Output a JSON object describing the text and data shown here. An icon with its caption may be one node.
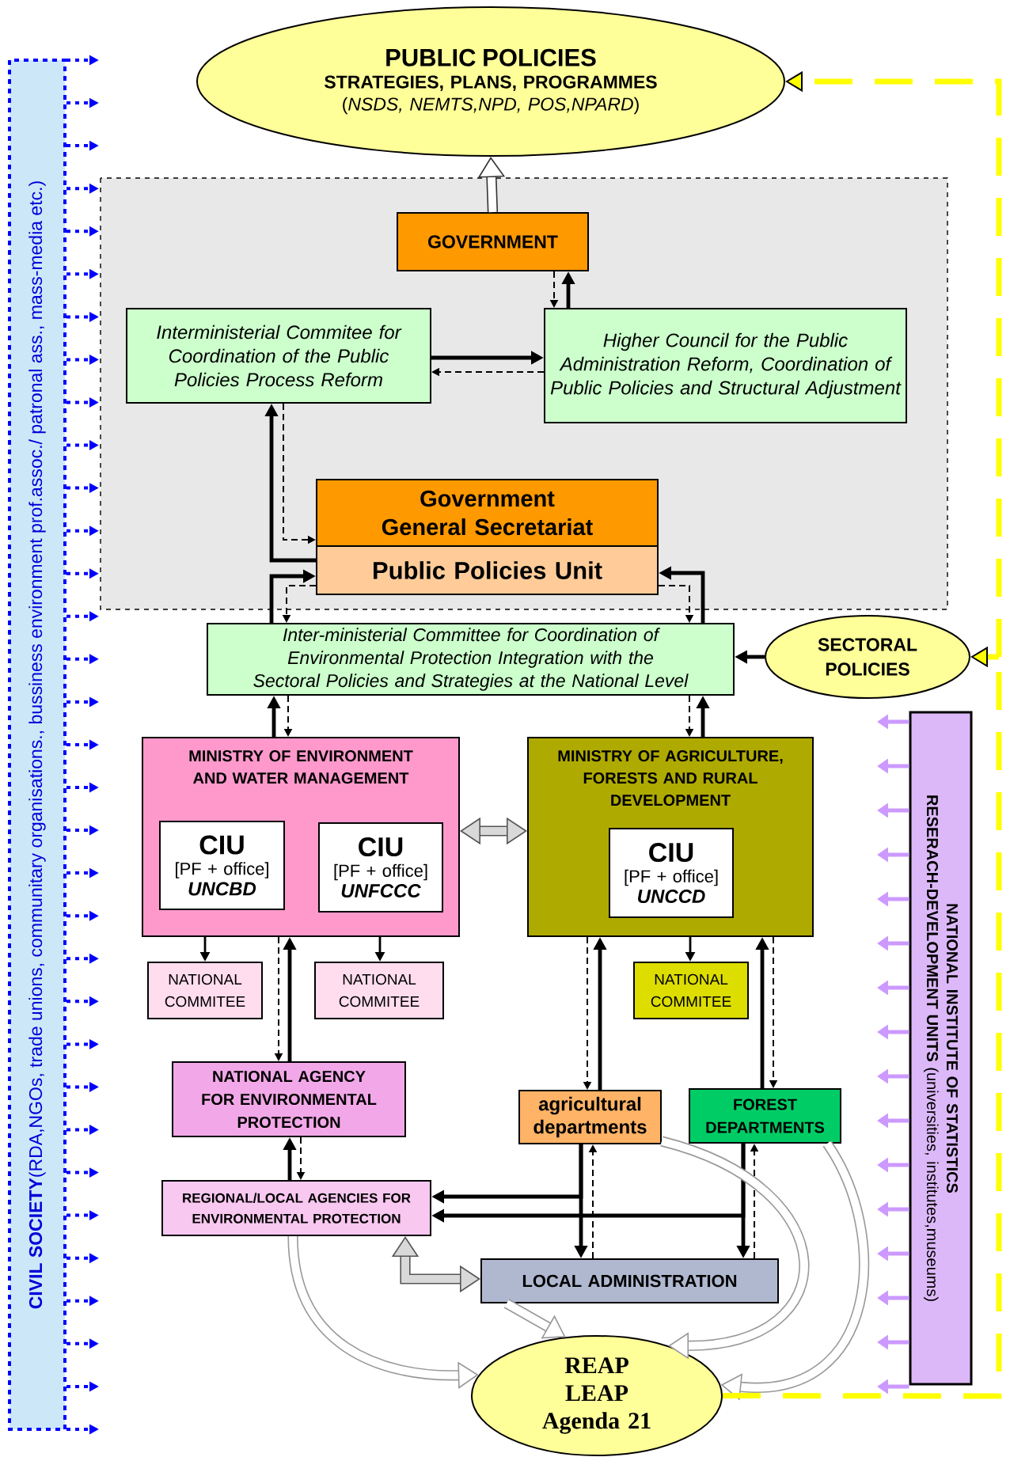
{
  "diagram": {
    "nodes": [
      {
        "text": [
          "PUBLIC POLICIES",
          "STRATEGIES, PLANS, PROGRAMMES",
          "(*NSDS, NEMTS,NPD, POS,NPARD*)"
        ]
      },
      {
        "text": [
          "GOVERNMENT"
        ]
      },
      {
        "text": [
          "Interministerial Commitee for Coordination of the Public Policies Process Reform"
        ]
      },
      {
        "text": [
          "Higher Council for the Public Administration Reform, Coordination of Public Policies and Structural Adjustment"
        ]
      },
      {
        "text": [
          "Government General Secretariat"
        ]
      },
      {
        "text": [
          "Public Policies Unit"
        ]
      },
      {
        "text": [
          "Inter-ministerial Committee for Coordination of Environmental Protection Integration with the Sectoral Policies and Strategies at the National Level"
        ]
      },
      {
        "text": [
          "SECTORAL POLICIES"
        ]
      },
      {
        "text": [
          "MINISTRY OF ENVIRONMENT AND WATER MANAGEMENT"
        ]
      },
      {
        "text": [
          "CIU",
          "[PF + office]",
          "UNCBD"
        ],
        "in": 8
      },
      {
        "text": [
          "CIU",
          "[PF + office]",
          "UNFCCC"
        ],
        "in": 8
      },
      {
        "text": [
          "MINISTRY OF AGRICULTURE, FORESTS AND RURAL DEVELOPMENT"
        ]
      },
      {
        "text": [
          "CIU",
          "[PF + office]",
          "UNCCD"
        ],
        "in": 11
      },
      {
        "text": [
          "NATIONAL COMMITEE"
        ]
      },
      {
        "text": [
          "NATIONAL COMMITEE"
        ]
      },
      {
        "text": [
          "NATIONAL COMMITEE"
        ]
      },
      {
        "text": [
          "NATIONAL AGENCY FOR ENVIRONMENTAL PROTECTION"
        ]
      },
      {
        "text": [
          "agricultural departments"
        ]
      },
      {
        "text": [
          "FOREST DEPARTMENTS"
        ]
      },
      {
        "text": [
          "REGIONAL/LOCAL AGENCIES FOR ENVIRONMENTAL PROTECTION"
        ]
      },
      {
        "text": [
          "LOCAL ADMINISTRATION"
        ]
      },
      {
        "text": [
          "REAP",
          "LEAP",
          "Agenda 21"
        ]
      },
      {
        "text": [
          "**CIVIL SOCIETY**(RDA,NGOs, trade unions, communitary organisations., bussiness environment prof.assoc./ patronal ass., mass-media etc.)"
        ]
      },
      {
        "text": [
          "NATIONAL INSTITUTE OF STATISTICS",
          "**RESERACH-DEVELOPMENT UNITS** (universities, institutes,museums)"
        ]
      }
    ],
    "edges": [
      {
        "from": 1,
        "to": 0,
        "arrow": "to",
        "style": "thick",
        "color": "#333333"
      },
      {
        "from": 3,
        "to": 1,
        "arrow": "to",
        "color": "#000000"
      },
      {
        "from": 1,
        "to": 3,
        "arrow": "to",
        "style": "dashed",
        "color": "#000000"
      },
      {
        "from": 2,
        "to": 3,
        "arrow": "to",
        "color": "#000000"
      },
      {
        "from": 3,
        "to": 2,
        "arrow": "to",
        "style": "dashed",
        "color": "#000000"
      },
      {
        "from": 5,
        "to": 2,
        "arrow": "to",
        "color": "#000000"
      },
      {
        "from": 2,
        "to": 4,
        "arrow": "to",
        "style": "dashed",
        "color": "#000000"
      },
      {
        "from": 6,
        "to": 5,
        "arrow": "to",
        "color": "#000000"
      },
      {
        "from": 5,
        "to": 6,
        "arrow": "to",
        "style": "dashed",
        "color": "#000000"
      },
      {
        "from": 6,
        "to": 5,
        "arrow": "to",
        "color": "#000000"
      },
      {
        "from": 5,
        "to": 6,
        "arrow": "to",
        "style": "dashed",
        "color": "#000000"
      },
      {
        "from": 7,
        "to": 6,
        "arrow": "to",
        "color": "#000000"
      },
      {
        "from": 8,
        "to": 6,
        "arrow": "to",
        "color": "#000000"
      },
      {
        "from": 6,
        "to": 8,
        "arrow": "to",
        "style": "dashed",
        "color": "#000000"
      },
      {
        "from": 11,
        "to": 6,
        "arrow": "to",
        "color": "#000000"
      },
      {
        "from": 6,
        "to": 11,
        "arrow": "to",
        "style": "dashed",
        "color": "#000000"
      },
      {
        "from": 8,
        "to": 11,
        "arrow": "both",
        "style": "thick",
        "color": "#555555"
      },
      {
        "from": 8,
        "to": 13,
        "arrow": "to",
        "color": "#000000"
      },
      {
        "from": 8,
        "to": 14,
        "arrow": "to",
        "color": "#000000"
      },
      {
        "from": 11,
        "to": 15,
        "arrow": "to",
        "color": "#000000"
      },
      {
        "from": 16,
        "to": 8,
        "arrow": "to",
        "color": "#000000"
      },
      {
        "from": 8,
        "to": 16,
        "arrow": "to",
        "style": "dashed",
        "color": "#000000"
      },
      {
        "from": 17,
        "to": 11,
        "arrow": "to",
        "color": "#000000"
      },
      {
        "from": 11,
        "to": 17,
        "arrow": "to",
        "style": "dashed",
        "color": "#000000"
      },
      {
        "from": 18,
        "to": 11,
        "arrow": "to",
        "color": "#000000"
      },
      {
        "from": 11,
        "to": 18,
        "arrow": "to",
        "style": "dashed",
        "color": "#000000"
      },
      {
        "from": 19,
        "to": 16,
        "arrow": "to",
        "color": "#000000"
      },
      {
        "from": 16,
        "to": 19,
        "arrow": "to",
        "style": "dashed",
        "color": "#000000"
      },
      {
        "from": 17,
        "to": 19,
        "arrow": "to",
        "color": "#000000"
      },
      {
        "from": 18,
        "to": 19,
        "arrow": "to",
        "color": "#000000"
      },
      {
        "from": 17,
        "to": 20,
        "arrow": "to",
        "color": "#000000"
      },
      {
        "from": 20,
        "to": 17,
        "arrow": "to",
        "style": "dashed",
        "color": "#000000"
      },
      {
        "from": 18,
        "to": 20,
        "arrow": "to",
        "color": "#000000"
      },
      {
        "from": 20,
        "to": 18,
        "arrow": "to",
        "style": "dashed",
        "color": "#000000"
      },
      {
        "from": 19,
        "to": 20,
        "arrow": "both",
        "style": "thick",
        "color": "#555555"
      },
      {
        "from": 19,
        "to": 21,
        "arrow": "to",
        "style": "thick",
        "color": "#999999"
      },
      {
        "from": 17,
        "to": 21,
        "arrow": "to",
        "style": "thick",
        "color": "#999999"
      },
      {
        "from": 20,
        "to": 21,
        "arrow": "to",
        "style": "thick",
        "color": "#999999"
      },
      {
        "from": 18,
        "to": 21,
        "arrow": "to",
        "style": "thick",
        "color": "#999999"
      },
      {
        "from": 21,
        "to": 0,
        "arrow": "to",
        "style": "dashed",
        "color": "#ffff00"
      },
      {
        "from": 21,
        "to": 7,
        "arrow": "to",
        "style": "dashed",
        "color": "#ffff00"
      },
      {
        "from": 22,
        "to": null,
        "arrow": "to",
        "style": "dashed",
        "color": "#0000ff"
      },
      {
        "from": 22,
        "to": null,
        "arrow": "to",
        "style": "dashed",
        "color": "#0000ff"
      },
      {
        "from": 22,
        "to": null,
        "arrow": "to",
        "style": "dashed",
        "color": "#0000ff"
      },
      {
        "from": 22,
        "to": null,
        "arrow": "to",
        "style": "dashed",
        "color": "#0000ff"
      },
      {
        "from": 22,
        "to": null,
        "arrow": "to",
        "style": "dashed",
        "color": "#0000ff"
      },
      {
        "from": 22,
        "to": null,
        "arrow": "to",
        "style": "dashed",
        "color": "#0000ff"
      },
      {
        "from": 22,
        "to": null,
        "arrow": "to",
        "style": "dashed",
        "color": "#0000ff"
      },
      {
        "from": 22,
        "to": null,
        "arrow": "to",
        "style": "dashed",
        "color": "#0000ff"
      },
      {
        "from": 22,
        "to": null,
        "arrow": "to",
        "style": "dashed",
        "color": "#0000ff"
      },
      {
        "from": 22,
        "to": null,
        "arrow": "to",
        "style": "dashed",
        "color": "#0000ff"
      },
      {
        "from": 22,
        "to": null,
        "arrow": "to",
        "style": "dashed",
        "color": "#0000ff"
      },
      {
        "from": 22,
        "to": null,
        "arrow": "to",
        "style": "dashed",
        "color": "#0000ff"
      },
      {
        "from": 22,
        "to": null,
        "arrow": "to",
        "style": "dashed",
        "color": "#0000ff"
      },
      {
        "from": 22,
        "to": null,
        "arrow": "to",
        "style": "dashed",
        "color": "#0000ff"
      },
      {
        "from": 22,
        "to": null,
        "arrow": "to",
        "style": "dashed",
        "color": "#0000ff"
      },
      {
        "from": 22,
        "to": null,
        "arrow": "to",
        "style": "dashed",
        "color": "#0000ff"
      },
      {
        "from": 22,
        "to": null,
        "arrow": "to",
        "style": "dashed",
        "color": "#0000ff"
      },
      {
        "from": 22,
        "to": null,
        "arrow": "to",
        "style": "dashed",
        "color": "#0000ff"
      },
      {
        "from": 22,
        "to": null,
        "arrow": "to",
        "style": "dashed",
        "color": "#0000ff"
      },
      {
        "from": 22,
        "to": null,
        "arrow": "to",
        "style": "dashed",
        "color": "#0000ff"
      },
      {
        "from": 22,
        "to": null,
        "arrow": "to",
        "style": "dashed",
        "color": "#0000ff"
      },
      {
        "from": 22,
        "to": null,
        "arrow": "to",
        "style": "dashed",
        "color": "#0000ff"
      },
      {
        "from": 22,
        "to": null,
        "arrow": "to",
        "style": "dashed",
        "color": "#0000ff"
      },
      {
        "from": 22,
        "to": null,
        "arrow": "to",
        "style": "dashed",
        "color": "#0000ff"
      },
      {
        "from": 22,
        "to": null,
        "arrow": "to",
        "style": "dashed",
        "color": "#0000ff"
      },
      {
        "from": 22,
        "to": null,
        "arrow": "to",
        "style": "dashed",
        "color": "#0000ff"
      },
      {
        "from": 22,
        "to": null,
        "arrow": "to",
        "style": "dashed",
        "color": "#0000ff"
      },
      {
        "from": 22,
        "to": null,
        "arrow": "to",
        "style": "dashed",
        "color": "#0000ff"
      },
      {
        "from": 22,
        "to": null,
        "arrow": "to",
        "style": "dashed",
        "color": "#0000ff"
      },
      {
        "from": 22,
        "to": null,
        "arrow": "to",
        "style": "dashed",
        "color": "#0000ff"
      },
      {
        "from": 22,
        "to": null,
        "arrow": "to",
        "style": "dashed",
        "color": "#0000ff"
      },
      {
        "from": 22,
        "to": null,
        "arrow": "to",
        "style": "dashed",
        "color": "#0000ff"
      },
      {
        "from": 22,
        "to": null,
        "arrow": "to",
        "style": "dashed",
        "color": "#0000ff"
      },
      {
        "from": 23,
        "to": null,
        "arrow": "to",
        "color": "#cc99ff"
      },
      {
        "from": 23,
        "to": null,
        "arrow": "to",
        "color": "#cc99ff"
      },
      {
        "from": 23,
        "to": null,
        "arrow": "to",
        "color": "#cc99ff"
      },
      {
        "from": 23,
        "to": null,
        "arrow": "to",
        "color": "#cc99ff"
      },
      {
        "from": 23,
        "to": null,
        "arrow": "to",
        "color": "#cc99ff"
      },
      {
        "from": 23,
        "to": null,
        "arrow": "to",
        "color": "#cc99ff"
      },
      {
        "from": 23,
        "to": null,
        "arrow": "to",
        "color": "#cc99ff"
      },
      {
        "from": 23,
        "to": null,
        "arrow": "to",
        "color": "#cc99ff"
      },
      {
        "from": 23,
        "to": null,
        "arrow": "to",
        "color": "#cc99ff"
      },
      {
        "from": 23,
        "to": null,
        "arrow": "to",
        "color": "#cc99ff"
      },
      {
        "from": 23,
        "to": null,
        "arrow": "to",
        "color": "#cc99ff"
      },
      {
        "from": 23,
        "to": null,
        "arrow": "to",
        "color": "#cc99ff"
      },
      {
        "from": 23,
        "to": null,
        "arrow": "to",
        "color": "#cc99ff"
      },
      {
        "from": 23,
        "to": null,
        "arrow": "to",
        "color": "#cc99ff"
      },
      {
        "from": 23,
        "to": null,
        "arrow": "to",
        "color": "#cc99ff"
      },
      {
        "from": 23,
        "to": null,
        "arrow": "to",
        "color": "#cc99ff"
      }
    ]
  }
}
